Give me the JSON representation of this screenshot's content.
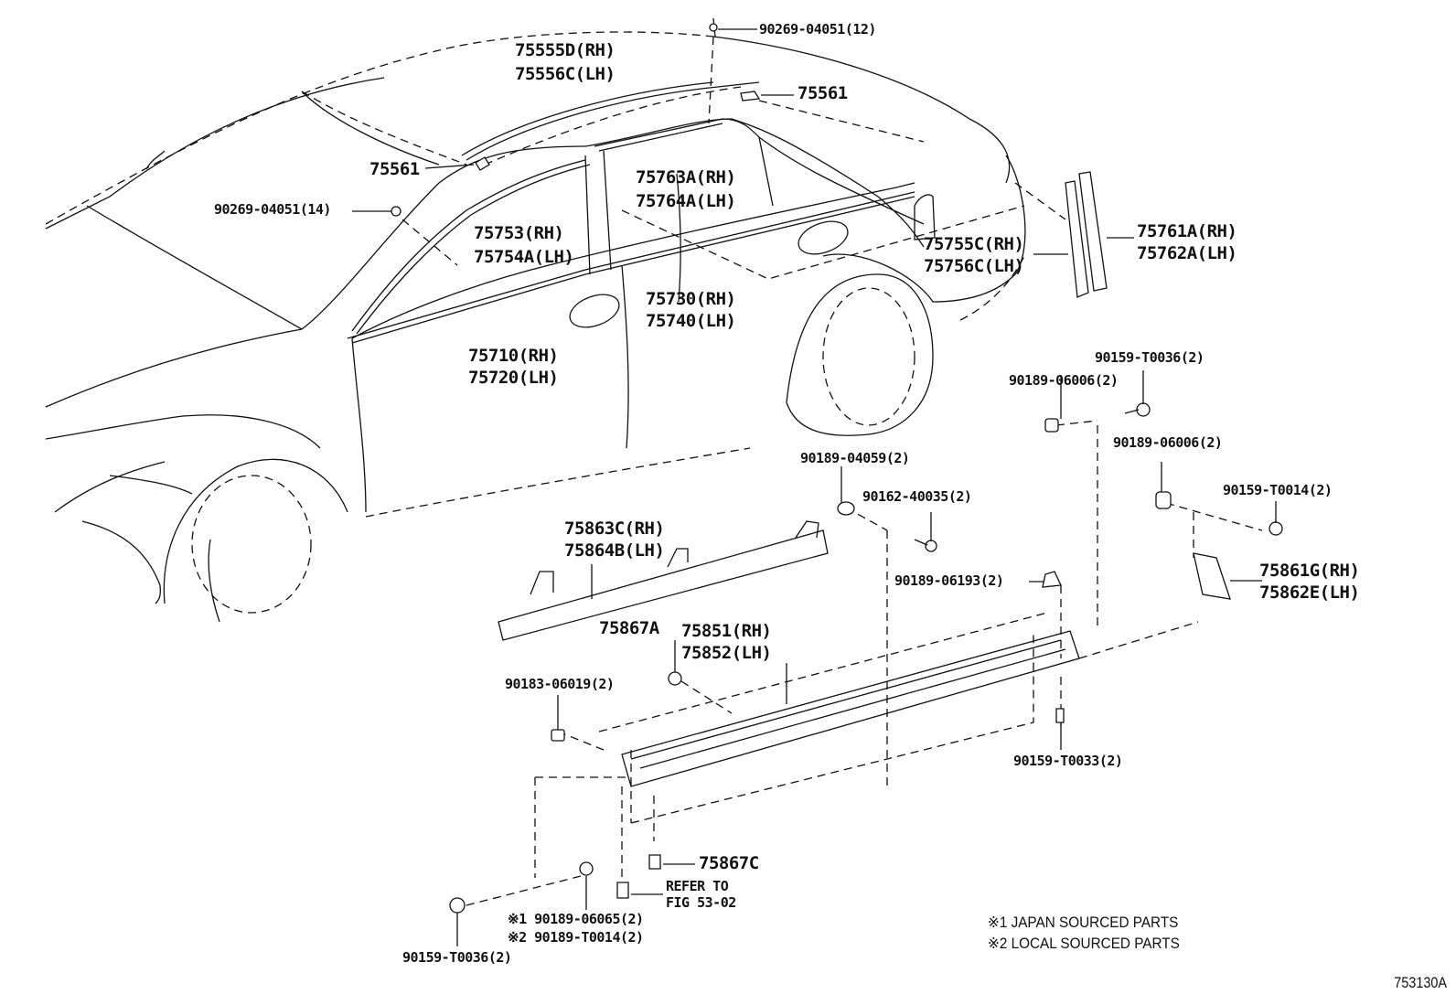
{
  "diagram": {
    "figure_code": "753130A",
    "notes": [
      "※1 JAPAN SOURCED PARTS",
      "※2 LOCAL SOURCED PARTS"
    ],
    "labels": {
      "p90269_12": "90269-04051(12)",
      "p75555": "75555D(RH)",
      "p75556": "75556C(LH)",
      "p75561_top": "75561",
      "p75561_left": "75561",
      "p90269_14": "90269-04051(14)",
      "p75763": "75763A(RH)",
      "p75764": "75764A(LH)",
      "p75753": "75753(RH)",
      "p75754": "75754A(LH)",
      "p75761": "75761A(RH)",
      "p75762": "75762A(LH)",
      "p75755": "75755C(RH)",
      "p75756": "75756C(LH)",
      "p75730": "75730(RH)",
      "p75740": "75740(LH)",
      "p75710": "75710(RH)",
      "p75720": "75720(LH)",
      "p90159_T0036_top": "90159-T0036(2)",
      "p90189_06006_a": "90189-06006(2)",
      "p90189_06006_b": "90189-06006(2)",
      "p90159_T0014": "90159-T0014(2)",
      "p90189_04059": "90189-04059(2)",
      "p90162_40035": "90162-40035(2)",
      "p75863": "75863C(RH)",
      "p75864": "75864B(LH)",
      "p90189_06193": "90189-06193(2)",
      "p75861": "75861G(RH)",
      "p75862": "75862E(LH)",
      "p75867A": "75867A",
      "p75851": "75851(RH)",
      "p75852": "75852(LH)",
      "p90183_06019": "90183-06019(2)",
      "p90159_T0033": "90159-T0033(2)",
      "p75867C": "75867C",
      "refer1": "REFER TO",
      "refer2": "FIG 53-02",
      "p90189_06065": "※1 90189-06065(2)",
      "p90189_T0014": "※2 90189-T0014(2)",
      "p90159_T0036_bottom": "90159-T0036(2)"
    }
  }
}
